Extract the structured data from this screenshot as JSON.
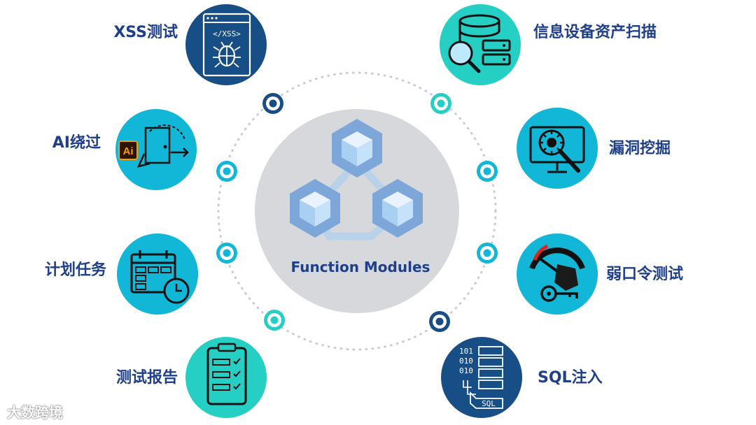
{
  "center": {
    "title": "Function Modules"
  },
  "modules": {
    "xss": "XSS测试",
    "ai_bypass": "AI绕过",
    "scheduled_tasks": "计划任务",
    "test_report": "测试报告",
    "asset_scan": "信息设备资产扫描",
    "vuln_mining": "漏洞挖掘",
    "weak_password": "弱口令测试",
    "sql_injection": "SQL注入"
  },
  "icons": {
    "xss_icon_text": "</XSS>",
    "ai_badge": "Ai",
    "sql_tag": "SQL",
    "binary_rows": [
      "101",
      "010",
      "010"
    ]
  },
  "watermark": "大数跨境",
  "colors": {
    "navy": "#184e86",
    "cyan": "#12b6d6",
    "mint": "#25cfc4",
    "label": "#1f3f8a",
    "center_disc": "#d6d8dc",
    "cube": "#9fc8ec"
  }
}
